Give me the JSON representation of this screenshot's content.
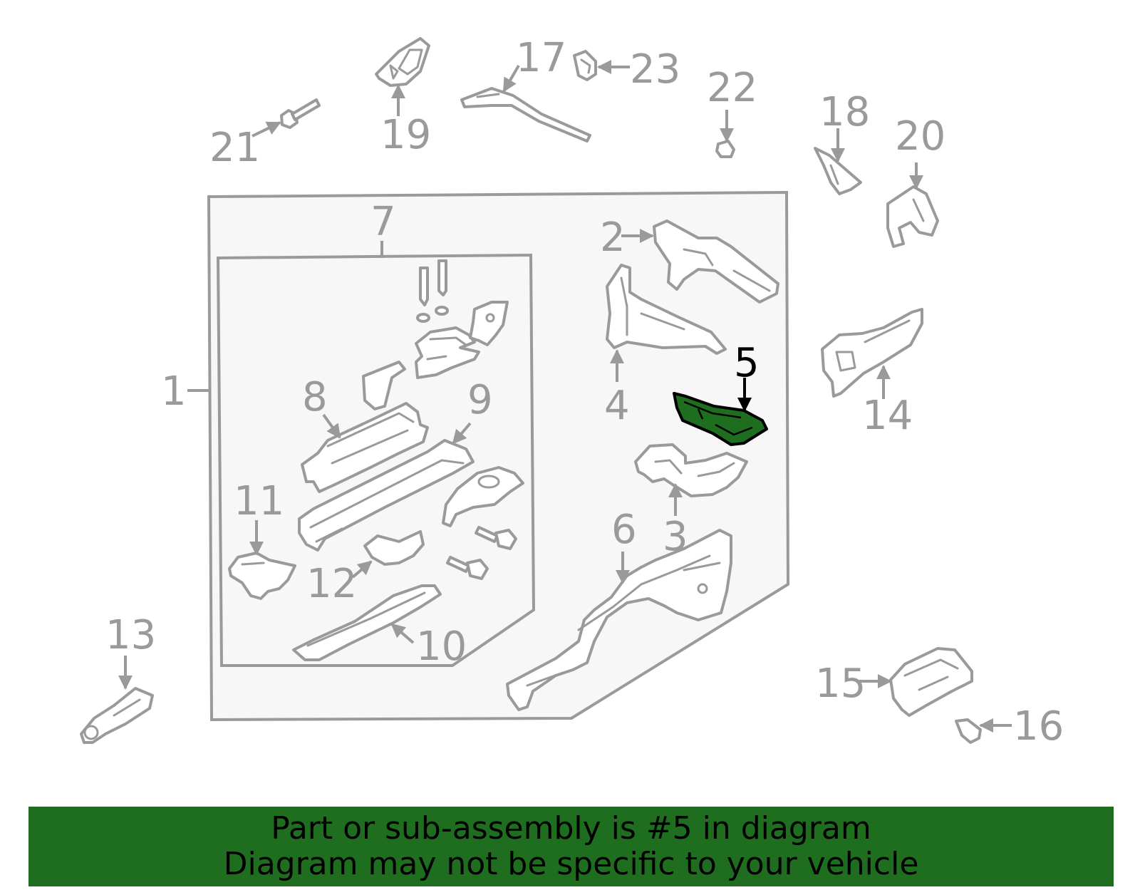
{
  "diagram": {
    "highlighted_part": "5",
    "highlight_color": "#1f6e1f",
    "line_color": "#9a9a9a",
    "callouts": {
      "c1": "1",
      "c2": "2",
      "c3": "3",
      "c4": "4",
      "c5": "5",
      "c6": "6",
      "c7": "7",
      "c8": "8",
      "c9": "9",
      "c10": "10",
      "c11": "11",
      "c12": "12",
      "c13": "13",
      "c14": "14",
      "c15": "15",
      "c16": "16",
      "c17": "17",
      "c18": "18",
      "c19": "19",
      "c20": "20",
      "c21": "21",
      "c22": "22",
      "c23": "23"
    }
  },
  "banner": {
    "line1": "Part or sub-assembly is #5 in diagram",
    "line2": "Diagram may not be specific to your vehicle",
    "background_color": "#1f6e1f"
  }
}
